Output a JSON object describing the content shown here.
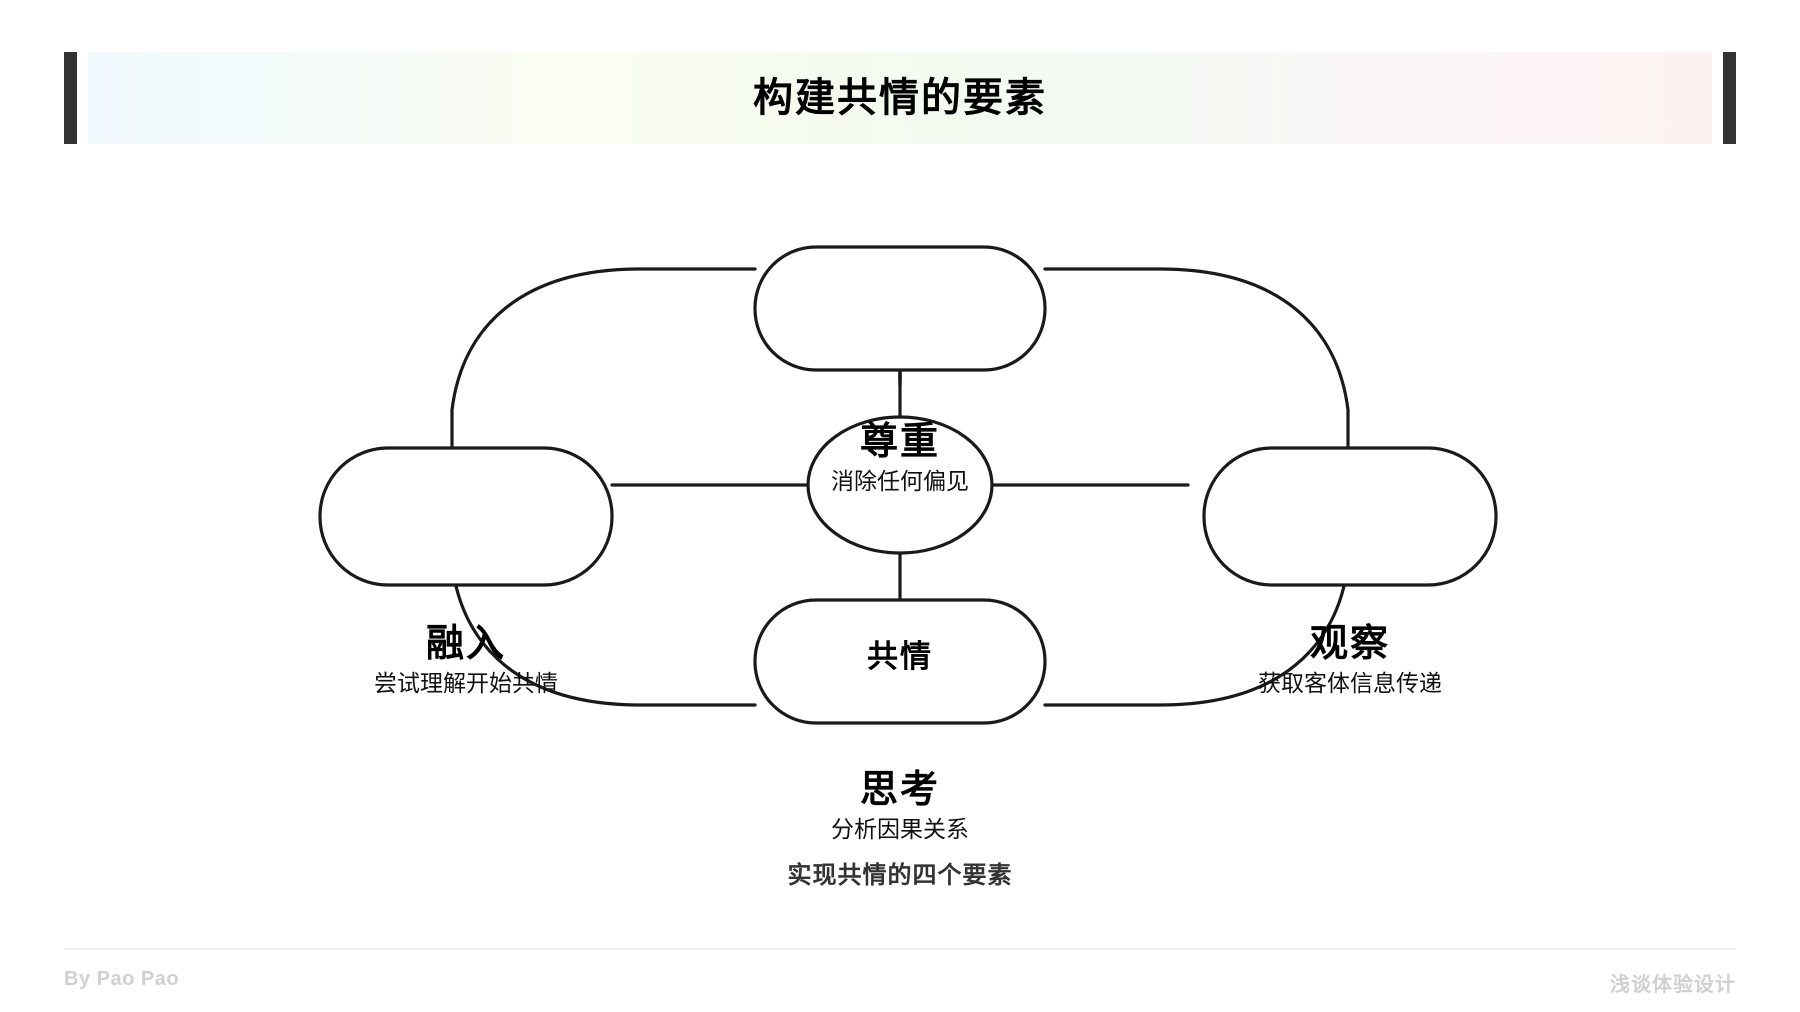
{
  "header": {
    "title": "构建共情的要素",
    "accent_bar_color": "#333333",
    "gradient": [
      "#eff8fd",
      "#fbfdf0",
      "#f2faf3",
      "#fdf2f2"
    ]
  },
  "diagram": {
    "type": "hub-and-spoke",
    "caption": "实现共情的四个要素",
    "stroke_color": "#1a1a1a",
    "center": {
      "title": "共情",
      "subtitle": ""
    },
    "nodes": [
      {
        "position": "top",
        "title": "尊重",
        "subtitle": "消除任何偏见"
      },
      {
        "position": "left",
        "title": "融入",
        "subtitle": "尝试理解开始共情"
      },
      {
        "position": "right",
        "title": "观察",
        "subtitle": "获取客体信息传递"
      },
      {
        "position": "bottom",
        "title": "思考",
        "subtitle": "分析因果关系"
      }
    ]
  },
  "footer": {
    "left": "By Pao Pao",
    "right": "浅谈体验设计",
    "text_color": "#d0d0d0",
    "divider_color": "#eeeeee"
  }
}
